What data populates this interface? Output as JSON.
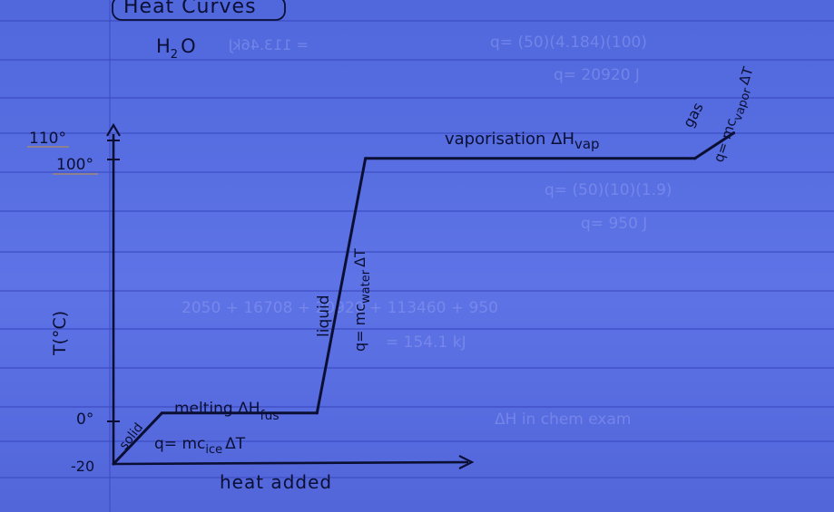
{
  "page": {
    "title": "Heat Curves",
    "substance": "H",
    "substance_sub": "2",
    "substance_suffix": "O"
  },
  "chart_data": {
    "type": "line",
    "title": "Heat Curves",
    "xlabel": "heat added",
    "ylabel": "T(°C)",
    "y_ticks": [
      "110°",
      "100°",
      "0°",
      "-20"
    ],
    "x": [
      0,
      1,
      4.2,
      5.2,
      12,
      12.8
    ],
    "y": [
      -20,
      0,
      0,
      100,
      100,
      110
    ],
    "segments": [
      {
        "phase": "solid",
        "label": "solid",
        "equation": {
          "pre": "q= mc",
          "sub": "ice",
          "post": "ΔT"
        }
      },
      {
        "phase": "melting",
        "label": {
          "pre": "melting ΔH",
          "sub": "fus"
        }
      },
      {
        "phase": "liquid",
        "label": "liquid",
        "equation": {
          "pre": "q= mc",
          "sub": "water",
          "post": "ΔT"
        }
      },
      {
        "phase": "vaporisation",
        "label": {
          "pre": "vaporisation ΔH",
          "sub": "vap"
        }
      },
      {
        "phase": "gas",
        "label": "gas",
        "equation": {
          "pre": "q= mc",
          "sub": "vapor",
          "post": "ΔT"
        }
      }
    ],
    "grid": false,
    "ink_color": "#0b0f33",
    "paper_color": "#5a6fe3"
  }
}
